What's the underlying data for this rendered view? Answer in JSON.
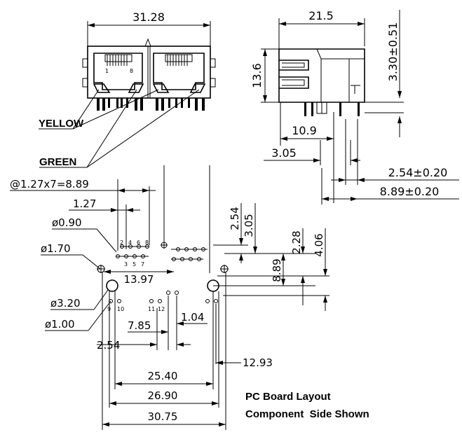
{
  "front_view": {
    "width_dim": "31.28",
    "yellow_label": "YELLOW",
    "green_label": "GREEN",
    "pin_1": "1",
    "pin_8": "8"
  },
  "side_view": {
    "depth_dim": "21.5",
    "height_dim": "13.6",
    "standoff_dim": "3.30±0.51",
    "offset_a": "10.9",
    "offset_b": "3.05",
    "pitch_a": "2.54±0.20",
    "pitch_b": "8.89±0.20"
  },
  "pcb": {
    "pin_span": "@1.27x7=8.89",
    "pitch": "1.27",
    "hole_small": "ø0.90",
    "hole_med": "ø1.70",
    "hole_large": "ø3.20",
    "hole_led": "ø1.00",
    "row_offset": "13.97",
    "v_2_54": "2.54",
    "v_3_05": "3.05",
    "v_8_89": "8.89",
    "v_2_28": "2.28",
    "v_4_06": "4.06",
    "led_7_85": "7.85",
    "led_1_04": "1.04",
    "led_2_54": "2.54",
    "side_12_93": "12.93",
    "w_25_40": "25.40",
    "w_26_90": "26.90",
    "w_30_75": "30.75",
    "pin_labels_top": [
      "2",
      "4",
      "6",
      "8"
    ],
    "pin_labels_bot": [
      "3",
      "5",
      "7"
    ],
    "led_left": [
      "9",
      "10"
    ],
    "led_right": [
      "11",
      "12"
    ]
  },
  "caption": {
    "line1": "PC Board Layout",
    "line2": "Component  Side Shown"
  }
}
